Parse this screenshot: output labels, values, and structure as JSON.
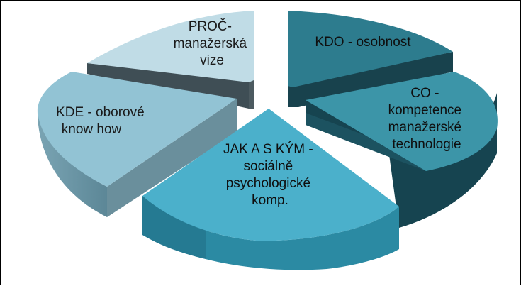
{
  "diagram": {
    "type": "exploded-3d-pie",
    "segments": [
      {
        "id": "kdo",
        "lines": [
          "KDO - osobnost"
        ],
        "color": "#2d7c8e"
      },
      {
        "id": "co",
        "lines": [
          "CO -",
          "kompetence",
          "manažerské",
          "technologie"
        ],
        "color": "#3c95a8"
      },
      {
        "id": "jak",
        "lines": [
          "JAK A S KÝM -",
          "sociálně",
          "psychologické",
          "komp."
        ],
        "color": "#4bb0cb"
      },
      {
        "id": "kde",
        "lines": [
          "KDE - oborové",
          "know how"
        ],
        "color": "#92c3d4"
      },
      {
        "id": "proc",
        "lines": [
          "PROČ-",
          "manažerská",
          "vize"
        ],
        "color": "#c0dce6"
      }
    ]
  }
}
